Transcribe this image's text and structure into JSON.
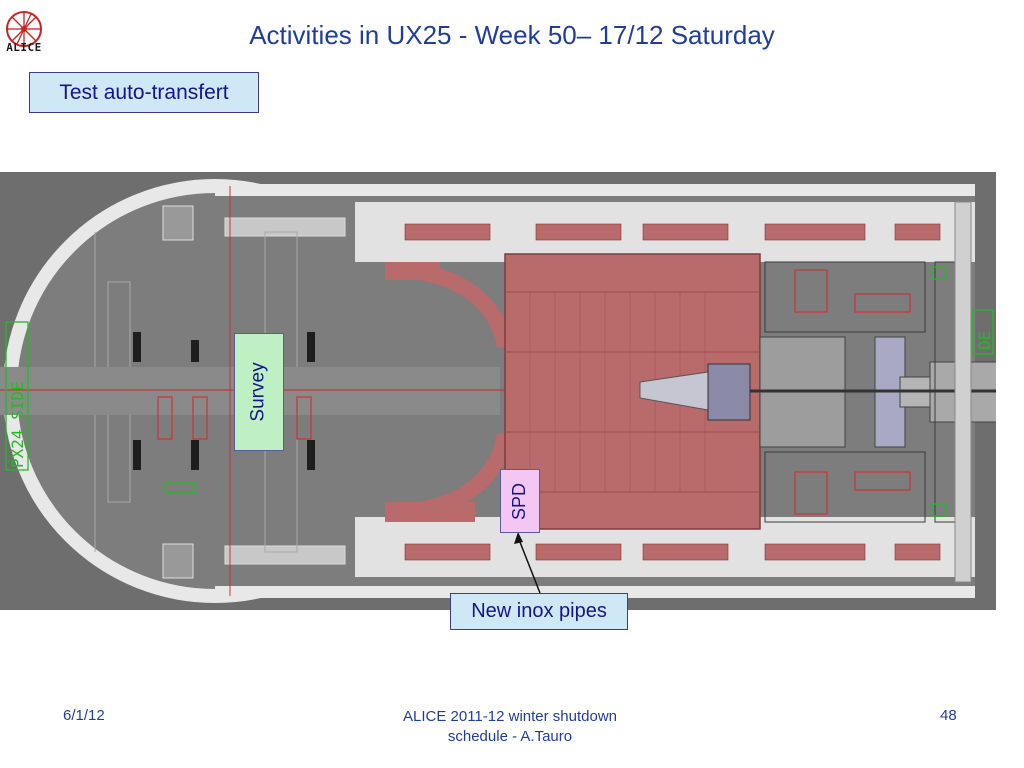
{
  "slide": {
    "title": "Activities in UX25 - Week 50– 17/12 Saturday",
    "logo_text": "ALICE",
    "callouts": {
      "test": "Test auto-transfert",
      "survey": "Survey",
      "spd": "SPD",
      "pipes": "New inox pipes"
    },
    "plan_labels": {
      "left_wall": "PX24 SIDE",
      "right_wall": "DE"
    },
    "footer": {
      "date": "6/1/12",
      "center_line1": "ALICE 2011-12 winter shutdown",
      "center_line2": "schedule - A.Tauro",
      "page": "48"
    }
  },
  "colors": {
    "title": "#1f3d9b",
    "callout_bg": "#cfe8f5",
    "survey_bg": "#bff0c4",
    "spd_bg": "#f3c6f3",
    "floor": "#7a7a7a",
    "magnet": "#b96a6a",
    "outline_green": "#22bb22"
  }
}
